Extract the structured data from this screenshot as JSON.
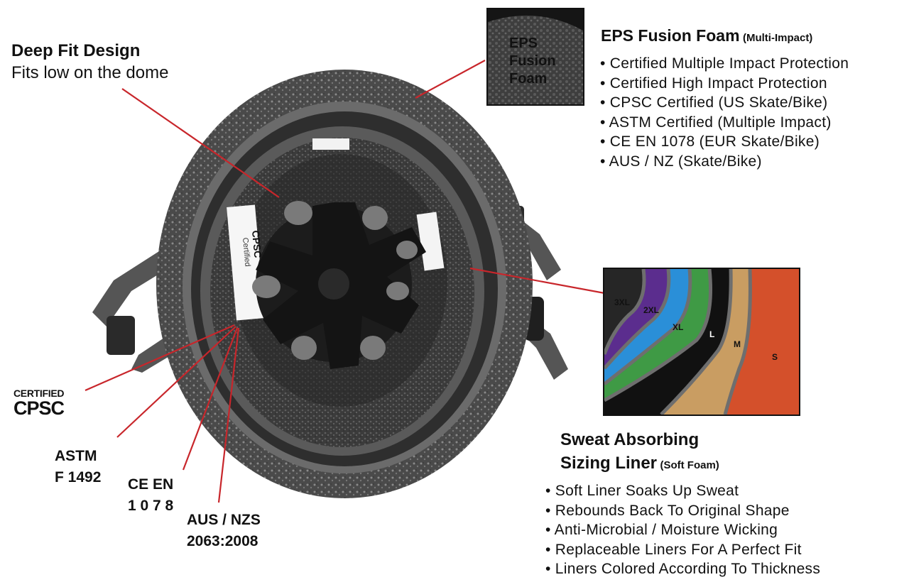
{
  "deep_fit": {
    "title": "Deep Fit Design",
    "subtitle": "Fits low on the dome"
  },
  "eps": {
    "title": "EPS Fusion Foam",
    "title_note": "(Multi-Impact)",
    "inset_label_lines": [
      "EPS",
      "Fusion",
      "Foam"
    ],
    "bullets": [
      "Certified Multiple Impact Protection",
      "Certified High Impact Protection",
      "CPSC Certified (US Skate/Bike)",
      "ASTM Certified  (Multiple Impact)",
      "CE EN 1078 (EUR Skate/Bike)",
      "AUS / NZ (Skate/Bike)"
    ]
  },
  "liner": {
    "title_line1": "Sweat Absorbing",
    "title_line2": "Sizing Liner",
    "title_note": "(Soft Foam)",
    "bullets": [
      "Soft Liner Soaks Up Sweat",
      "Rebounds Back To Original Shape",
      "Anti-Microbial / Moisture Wicking",
      "Replaceable Liners For A Perfect Fit",
      "Liners Colored According To Thickness"
    ],
    "sizes": [
      {
        "label": "3XL",
        "color": "#5b2d8e"
      },
      {
        "label": "2XL",
        "color": "#2a8fd8"
      },
      {
        "label": "XL",
        "color": "#3f9a45"
      },
      {
        "label": "L",
        "color": "#111111"
      },
      {
        "label": "M",
        "color": "#c99d62"
      },
      {
        "label": "S",
        "color": "#d4502b"
      }
    ]
  },
  "certs": {
    "cpsc_small": "CERTIFIED",
    "cpsc_big": "CPSC",
    "astm_line1": "ASTM",
    "astm_line2": "F 1492",
    "ce_line1": "CE EN",
    "ce_line2": "1 0 7 8",
    "aus_line1": "AUS / NZS",
    "aus_line2": "2063:2008"
  },
  "helmet_sticker": {
    "line1": "Certified",
    "line2": "CPSC"
  },
  "colors": {
    "leader_line": "#c8262b",
    "helmet_shell": "#3a3a3a",
    "pad": "#1c1c1c"
  }
}
